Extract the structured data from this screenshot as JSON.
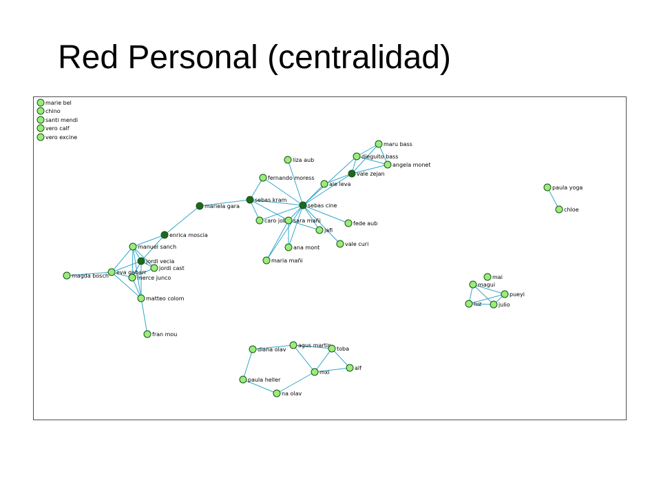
{
  "slide": {
    "title": "Red Personal (centralidad)"
  },
  "colors": {
    "node_default": "#99ee77",
    "node_central": "#1b6b1b",
    "edge": "#2fa6c8",
    "border": "#4d4d4d"
  },
  "nodes": [
    {
      "id": "marie_bel",
      "label": "marie bel",
      "central": false
    },
    {
      "id": "chino",
      "label": "chino",
      "central": false
    },
    {
      "id": "santi_mendi",
      "label": "santi mendi",
      "central": false
    },
    {
      "id": "vero_calf",
      "label": "vero calf",
      "central": false
    },
    {
      "id": "vero_excine",
      "label": "vero excine",
      "central": false
    },
    {
      "id": "maru_bass",
      "label": "maru bass",
      "central": false
    },
    {
      "id": "dieguito_bass",
      "label": "dieguito bass",
      "central": false
    },
    {
      "id": "angela_monet",
      "label": "angela monet",
      "central": false
    },
    {
      "id": "vale_zejan",
      "label": "vale zejan",
      "central": true
    },
    {
      "id": "liza_aub",
      "label": "liza aub",
      "central": false
    },
    {
      "id": "fernando_moress",
      "label": "fernando moress",
      "central": false
    },
    {
      "id": "ale_leva",
      "label": "ale leva",
      "central": false
    },
    {
      "id": "sebas_kram",
      "label": "sebas kram",
      "central": true
    },
    {
      "id": "sebas_cine",
      "label": "sebas cine",
      "central": true
    },
    {
      "id": "mariela_gara",
      "label": "mariela gara",
      "central": true
    },
    {
      "id": "caro_jobb",
      "label": "caro jobb",
      "central": false
    },
    {
      "id": "sara_mani",
      "label": "sara mañi",
      "central": false
    },
    {
      "id": "fede_aub",
      "label": "fede aub",
      "central": false
    },
    {
      "id": "jafi",
      "label": "jafi",
      "central": false
    },
    {
      "id": "vale_curi",
      "label": "vale curi",
      "central": false
    },
    {
      "id": "ana_mont",
      "label": "ana mont",
      "central": false
    },
    {
      "id": "maria_mani",
      "label": "maria mañi",
      "central": false
    },
    {
      "id": "enrica_moscia",
      "label": "enrica moscia",
      "central": true
    },
    {
      "id": "manuel_sanch",
      "label": "manuel sanch",
      "central": false
    },
    {
      "id": "jordi_vecia",
      "label": "jordi vecia",
      "central": true
    },
    {
      "id": "jordi_cast",
      "label": "jordi cast",
      "central": false
    },
    {
      "id": "eva_gabarr",
      "label": "eva gabarr",
      "central": false
    },
    {
      "id": "merce_junco",
      "label": "merce junco",
      "central": false
    },
    {
      "id": "magda_bosch",
      "label": "magda bosch",
      "central": false
    },
    {
      "id": "matteo_colom",
      "label": "matteo colom",
      "central": false
    },
    {
      "id": "fran_mou",
      "label": "fran mou",
      "central": false
    },
    {
      "id": "paula_yoga",
      "label": "paula yoga",
      "central": false
    },
    {
      "id": "chloe",
      "label": "chloe",
      "central": false
    },
    {
      "id": "mai",
      "label": "mai",
      "central": false
    },
    {
      "id": "magui",
      "label": "magui",
      "central": false
    },
    {
      "id": "pueyi",
      "label": "pueyi",
      "central": false
    },
    {
      "id": "luz",
      "label": "luz",
      "central": false
    },
    {
      "id": "julio",
      "label": "julio",
      "central": false
    },
    {
      "id": "diana_olav",
      "label": "diana olav",
      "central": false
    },
    {
      "id": "agus_martin",
      "label": "agus martin",
      "central": false
    },
    {
      "id": "toba",
      "label": "toba",
      "central": false
    },
    {
      "id": "alf",
      "label": "alf",
      "central": false
    },
    {
      "id": "mxi",
      "label": "mxi",
      "central": false
    },
    {
      "id": "paula_heller",
      "label": "paula heller",
      "central": false
    },
    {
      "id": "na_olav",
      "label": "na olav",
      "central": false
    }
  ],
  "edges": [
    [
      "maru_bass",
      "dieguito_bass"
    ],
    [
      "maru_bass",
      "vale_zejan"
    ],
    [
      "maru_bass",
      "angela_monet"
    ],
    [
      "dieguito_bass",
      "angela_monet"
    ],
    [
      "dieguito_bass",
      "vale_zejan"
    ],
    [
      "angela_monet",
      "vale_zejan"
    ],
    [
      "vale_zejan",
      "sebas_cine"
    ],
    [
      "dieguito_bass",
      "sebas_cine"
    ],
    [
      "vale_zejan",
      "ale_leva"
    ],
    [
      "ale_leva",
      "sebas_cine"
    ],
    [
      "liza_aub",
      "sebas_cine"
    ],
    [
      "fernando_moress",
      "sebas_kram"
    ],
    [
      "fernando_moress",
      "sebas_cine"
    ],
    [
      "sebas_kram",
      "sebas_cine"
    ],
    [
      "mariela_gara",
      "sebas_kram"
    ],
    [
      "sebas_kram",
      "caro_jobb"
    ],
    [
      "sebas_kram",
      "sara_mani"
    ],
    [
      "sebas_cine",
      "caro_jobb"
    ],
    [
      "sebas_cine",
      "sara_mani"
    ],
    [
      "sebas_cine",
      "fede_aub"
    ],
    [
      "sebas_cine",
      "jafi"
    ],
    [
      "sebas_cine",
      "vale_curi"
    ],
    [
      "sebas_cine",
      "ana_mont"
    ],
    [
      "sebas_cine",
      "maria_mani"
    ],
    [
      "sara_mani",
      "ana_mont"
    ],
    [
      "sara_mani",
      "maria_mani"
    ],
    [
      "sara_mani",
      "jafi"
    ],
    [
      "mariela_gara",
      "enrica_moscia"
    ],
    [
      "enrica_moscia",
      "manuel_sanch"
    ],
    [
      "enrica_moscia",
      "jordi_vecia"
    ],
    [
      "manuel_sanch",
      "jordi_vecia"
    ],
    [
      "manuel_sanch",
      "eva_gabarr"
    ],
    [
      "manuel_sanch",
      "jordi_cast"
    ],
    [
      "manuel_sanch",
      "merce_junco"
    ],
    [
      "manuel_sanch",
      "matteo_colom"
    ],
    [
      "jordi_vecia",
      "eva_gabarr"
    ],
    [
      "jordi_vecia",
      "jordi_cast"
    ],
    [
      "jordi_vecia",
      "merce_junco"
    ],
    [
      "jordi_vecia",
      "matteo_colom"
    ],
    [
      "eva_gabarr",
      "merce_junco"
    ],
    [
      "eva_gabarr",
      "matteo_colom"
    ],
    [
      "eva_gabarr",
      "magda_bosch"
    ],
    [
      "merce_junco",
      "matteo_colom"
    ],
    [
      "jordi_cast",
      "merce_junco"
    ],
    [
      "matteo_colom",
      "fran_mou"
    ],
    [
      "paula_yoga",
      "chloe"
    ],
    [
      "magui",
      "pueyi"
    ],
    [
      "magui",
      "luz"
    ],
    [
      "magui",
      "julio"
    ],
    [
      "pueyi",
      "julio"
    ],
    [
      "pueyi",
      "luz"
    ],
    [
      "luz",
      "julio"
    ],
    [
      "diana_olav",
      "agus_martin"
    ],
    [
      "diana_olav",
      "paula_heller"
    ],
    [
      "agus_martin",
      "toba"
    ],
    [
      "agus_martin",
      "mxi"
    ],
    [
      "toba",
      "mxi"
    ],
    [
      "toba",
      "alf"
    ],
    [
      "mxi",
      "alf"
    ],
    [
      "mxi",
      "na_olav"
    ],
    [
      "paula_heller",
      "na_olav"
    ]
  ]
}
